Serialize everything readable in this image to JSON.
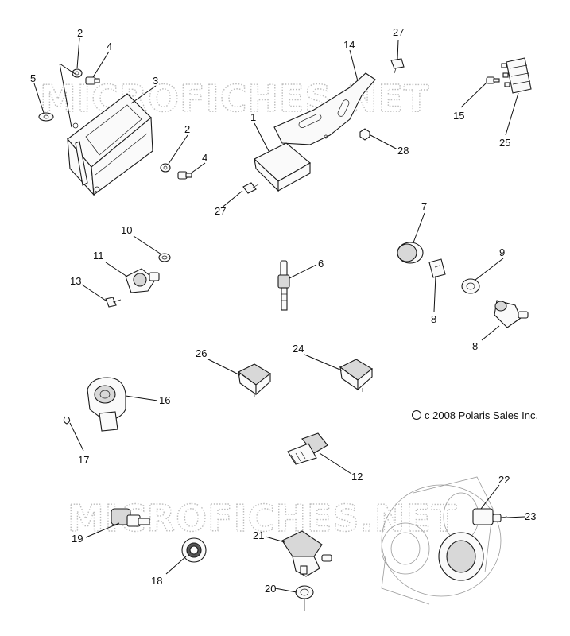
{
  "watermark": "MICROFICHES.NET",
  "copyright": "c 2008 Polaris Sales Inc.",
  "labels": [
    {
      "id": "l-2a",
      "text": "2"
    },
    {
      "id": "l-4a",
      "text": "4"
    },
    {
      "id": "l-5",
      "text": "5"
    },
    {
      "id": "l-3",
      "text": "3"
    },
    {
      "id": "l-2b",
      "text": "2"
    },
    {
      "id": "l-4b",
      "text": "4"
    },
    {
      "id": "l-14",
      "text": "14"
    },
    {
      "id": "l-27a",
      "text": "27"
    },
    {
      "id": "l-1",
      "text": "1"
    },
    {
      "id": "l-28",
      "text": "28"
    },
    {
      "id": "l-27b",
      "text": "27"
    },
    {
      "id": "l-15",
      "text": "15"
    },
    {
      "id": "l-25",
      "text": "25"
    },
    {
      "id": "l-10",
      "text": "10"
    },
    {
      "id": "l-11",
      "text": "11"
    },
    {
      "id": "l-13",
      "text": "13"
    },
    {
      "id": "l-6",
      "text": "6"
    },
    {
      "id": "l-7",
      "text": "7"
    },
    {
      "id": "l-9",
      "text": "9"
    },
    {
      "id": "l-8a",
      "text": "8"
    },
    {
      "id": "l-8b",
      "text": "8"
    },
    {
      "id": "l-26",
      "text": "26"
    },
    {
      "id": "l-24",
      "text": "24"
    },
    {
      "id": "l-16",
      "text": "16"
    },
    {
      "id": "l-17",
      "text": "17"
    },
    {
      "id": "l-12",
      "text": "12"
    },
    {
      "id": "l-22",
      "text": "22"
    },
    {
      "id": "l-23",
      "text": "23"
    },
    {
      "id": "l-19",
      "text": "19"
    },
    {
      "id": "l-21",
      "text": "21"
    },
    {
      "id": "l-18",
      "text": "18"
    },
    {
      "id": "l-20",
      "text": "20"
    }
  ]
}
